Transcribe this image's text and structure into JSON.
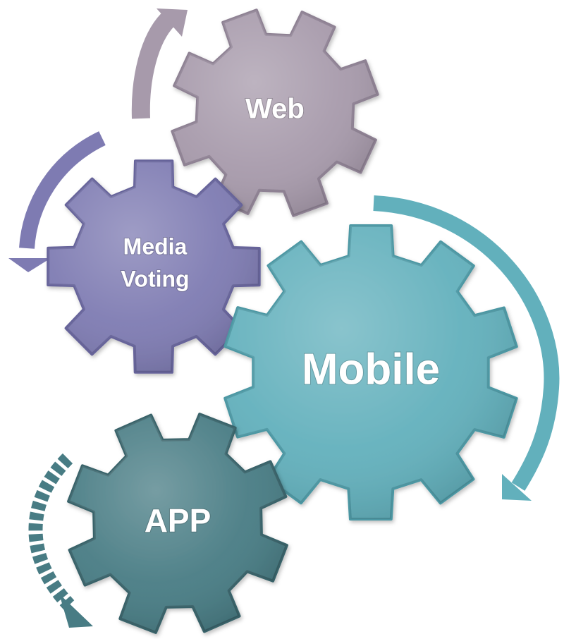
{
  "gears": {
    "web": {
      "label": "Web",
      "color": "#A79AAB",
      "rim": "#8E8193"
    },
    "media_voting": {
      "label_line1": "Media",
      "label_line2": "Voting",
      "color": "#7E7BB2",
      "rim": "#66639A"
    },
    "mobile": {
      "label": "Mobile",
      "color": "#62B0BC",
      "rim": "#4C97A3"
    },
    "app": {
      "label": "APP",
      "color": "#487C84",
      "rim": "#386269"
    }
  },
  "arrows": {
    "web_arrow_color": "#A79AAB",
    "media_arrow_color": "#7E7BB2",
    "mobile_arrow_color": "#62B0BC",
    "app_arrow_color": "#487C84",
    "app_arrow_style": "dashed"
  }
}
